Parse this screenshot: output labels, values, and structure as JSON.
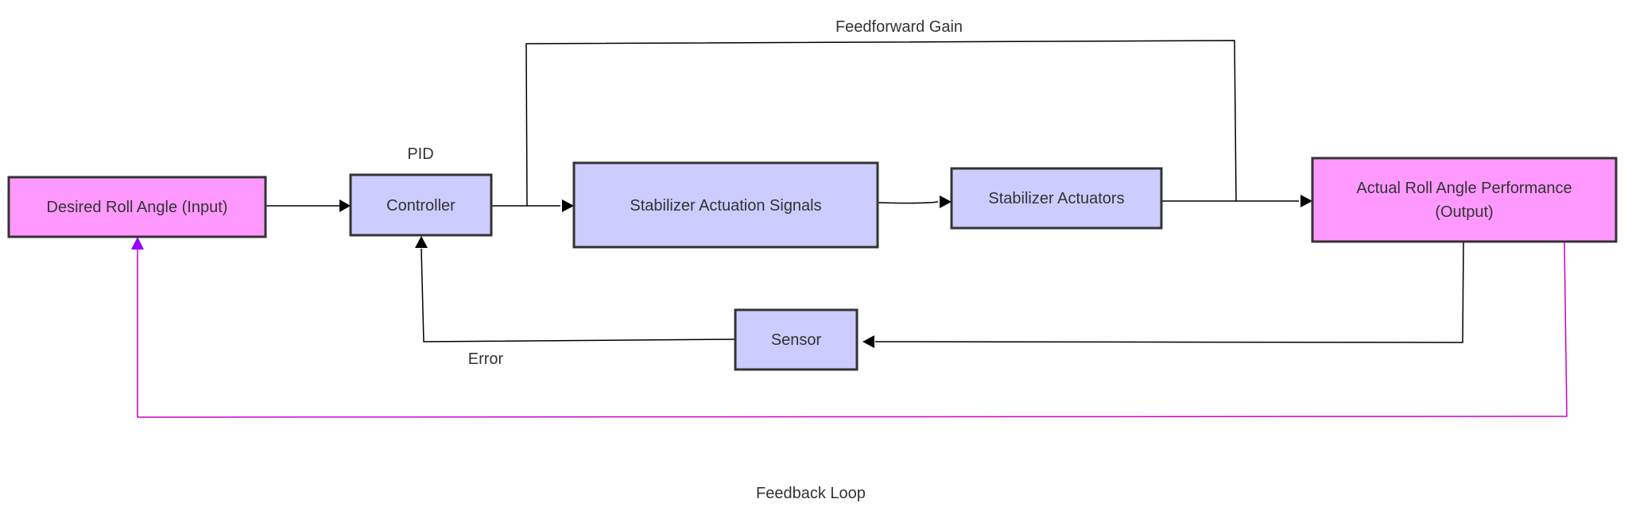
{
  "nodes": {
    "desired": {
      "label": "Desired Roll Angle (Input)"
    },
    "controller": {
      "label": "Controller"
    },
    "actuation": {
      "label": "Stabilizer Actuation Signals"
    },
    "actuators": {
      "label": "Stabilizer Actuators"
    },
    "actual": {
      "label_line1": "Actual Roll Angle Performance",
      "label_line2": "(Output)"
    },
    "sensor": {
      "label": "Sensor"
    }
  },
  "labels": {
    "pid": "PID",
    "feedforward": "Feedforward Gain",
    "error": "Error",
    "feedback": "Feedback Loop"
  },
  "colors": {
    "pink_fill": "#ff99ff",
    "blue_fill": "#ccccff",
    "box_stroke": "#333333",
    "line": "#000000",
    "feedback_line": "#cc00cc",
    "feedback_arrow": "#9900ff"
  }
}
